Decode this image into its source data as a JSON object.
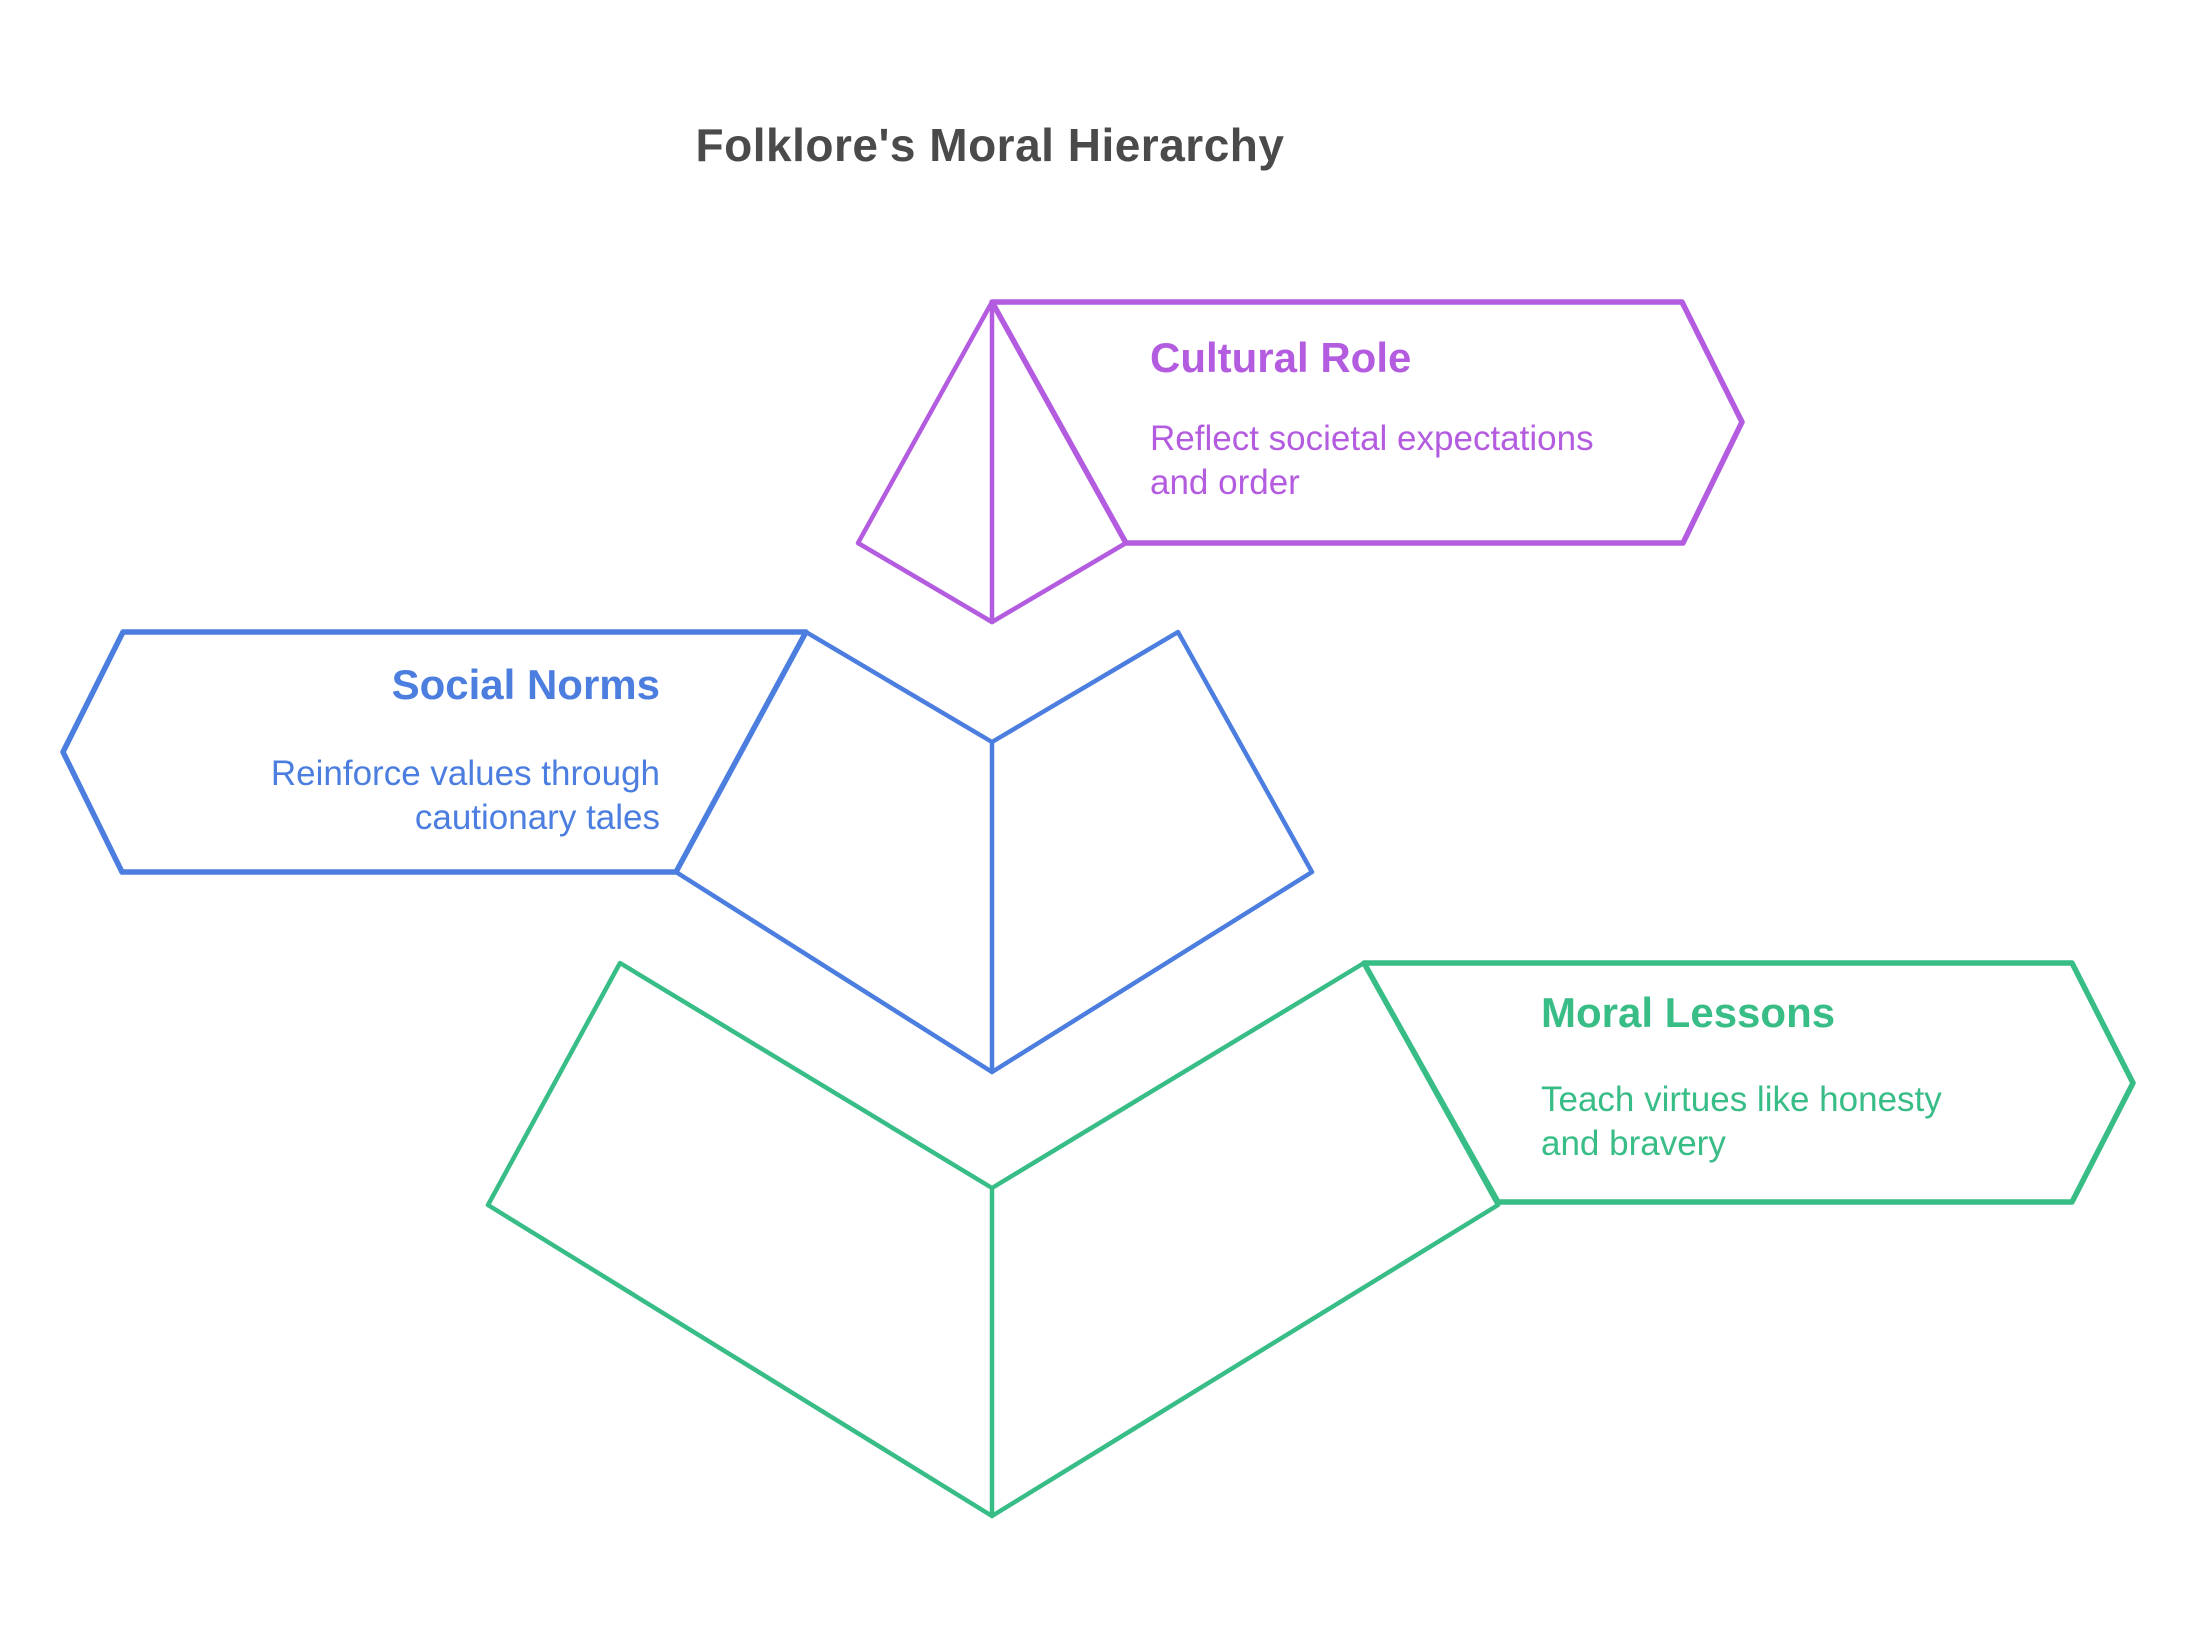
{
  "title": "Folklore's Moral Hierarchy",
  "colors": {
    "heading": "#4a4a4a",
    "level1": "#b45ce0",
    "level2": "#4c7ee0",
    "level3": "#38bd87",
    "background": "#ffffff"
  },
  "levels": [
    {
      "rank": 1,
      "name": "Cultural Role",
      "lines": [
        "Reflect societal expectations",
        "and order"
      ],
      "color": "#b45ce0",
      "position": "top"
    },
    {
      "rank": 2,
      "name": "Social Norms",
      "lines": [
        "Reinforce values through",
        "cautionary tales"
      ],
      "color": "#4c7ee0",
      "position": "middle"
    },
    {
      "rank": 3,
      "name": "Moral Lessons",
      "lines": [
        "Teach virtues like honesty",
        "and bravery"
      ],
      "color": "#38bd87",
      "position": "bottom"
    }
  ]
}
